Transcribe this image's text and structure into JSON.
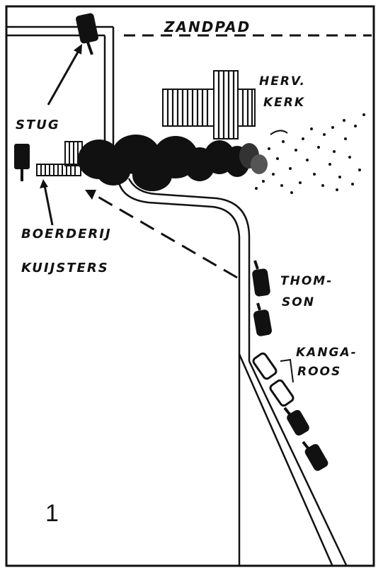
{
  "labels": {
    "zandpad": "ZANDPAD",
    "kerk_line1": "HERV.",
    "kerk_line2": "KERK",
    "stug": "STUG",
    "boerderij_line1": "BOERDERIJ",
    "boerderij_line2": "KUIJSTERS",
    "thomson_line1": "THOM-",
    "thomson_line2": "SON",
    "kangaroos_line1": "KANGA-",
    "kangaroos_line2": "ROOS"
  },
  "figure_number": "1",
  "colors": {
    "ink": "#111111",
    "paper": "#ffffff"
  }
}
